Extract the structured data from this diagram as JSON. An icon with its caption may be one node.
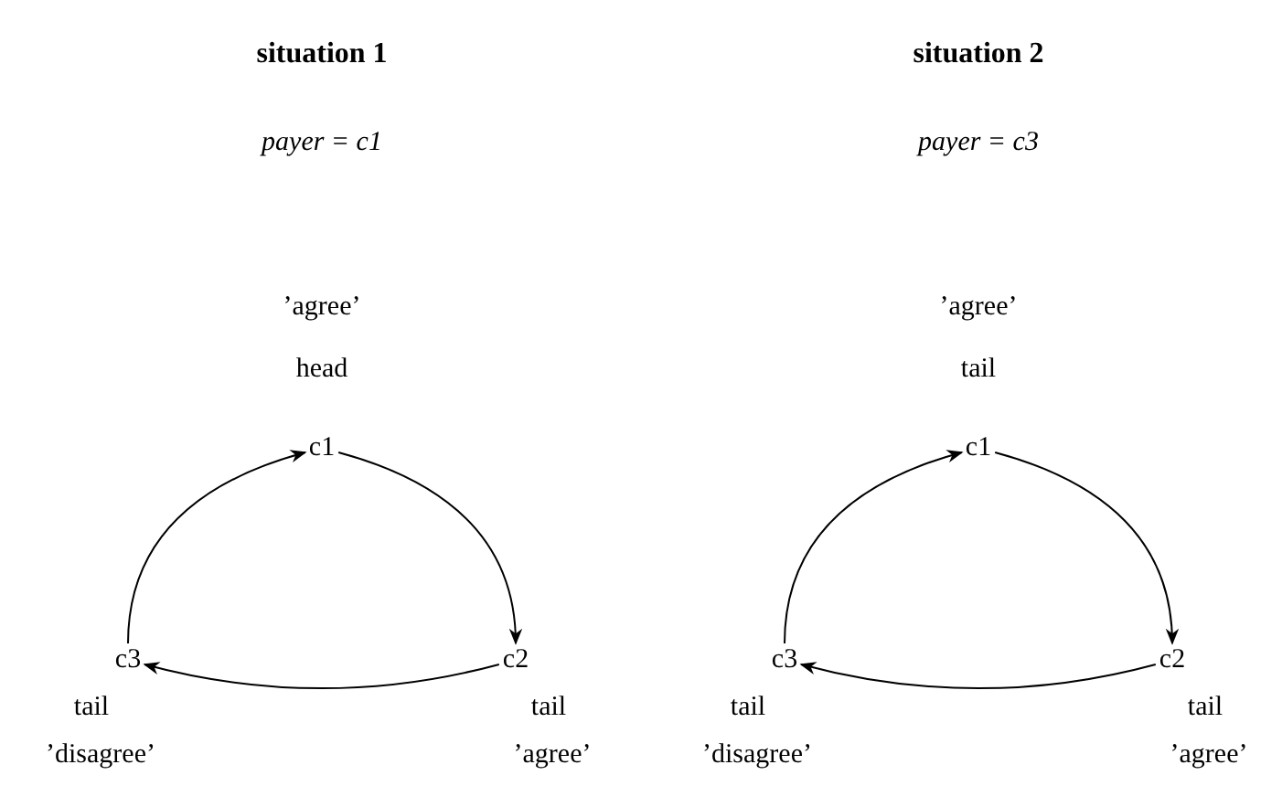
{
  "diagram": {
    "nodes": [
      {
        "text": [
          "c1"
        ],
        "beside": [
          "’agree’",
          "head"
        ]
      },
      {
        "text": [
          "c2"
        ],
        "beside": [
          "tail",
          "’agree’"
        ]
      },
      {
        "text": [
          "c3"
        ],
        "beside": [
          "tail",
          "’disagree’"
        ]
      },
      {
        "text": [
          "c1"
        ],
        "beside": [
          "’agree’",
          "tail"
        ]
      },
      {
        "text": [
          "c2"
        ],
        "beside": [
          "tail",
          "’agree’"
        ]
      },
      {
        "text": [
          "c3"
        ],
        "beside": [
          "tail",
          "’disagree’"
        ]
      }
    ],
    "edges": [
      {
        "from": 2,
        "to": 0,
        "arrow": "to"
      },
      {
        "from": 0,
        "to": 1,
        "arrow": "to"
      },
      {
        "from": 1,
        "to": 2,
        "arrow": "to"
      },
      {
        "from": 5,
        "to": 3,
        "arrow": "to"
      },
      {
        "from": 3,
        "to": 4,
        "arrow": "to"
      },
      {
        "from": 4,
        "to": 5,
        "arrow": "to"
      }
    ],
    "labels": [
      "situation 1",
      "payer = c1",
      "situation 2",
      "payer = c3"
    ]
  }
}
